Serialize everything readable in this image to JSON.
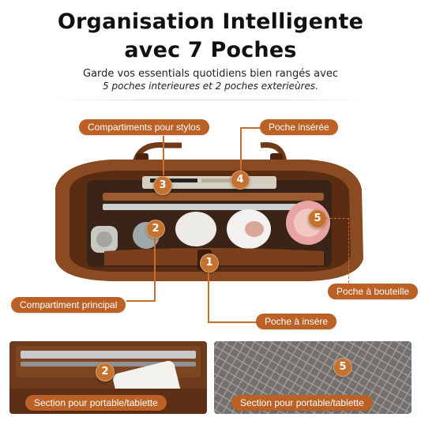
{
  "header": {
    "title_line1": "Organisation Intelligente",
    "title_line2": "avec 7 Poches",
    "subtitle_line1": "Garde vos essentials quotidiens bien rangés avec",
    "subtitle_line2": "5 poches interieures et 2 poches exterieùres."
  },
  "labels": {
    "compartiments_stylos": "Compartiments pour stylos",
    "poche_inseree": "Poche insérée",
    "compartiment_principal": "Compartiment principal",
    "poche_bouteille": "Poche à bouteille",
    "poche_insere": "Poche à insére",
    "section_portable_left": "Section pour portable/tablette",
    "section_portable_right": "Section pour portable/tablette"
  },
  "markers": {
    "m1": "1",
    "m2": "2",
    "m3": "3",
    "m4": "4",
    "m5": "5",
    "panel_left": "2",
    "panel_right": "5"
  },
  "colors": {
    "accent": "#bb6126",
    "leather": "#8a4a22"
  }
}
